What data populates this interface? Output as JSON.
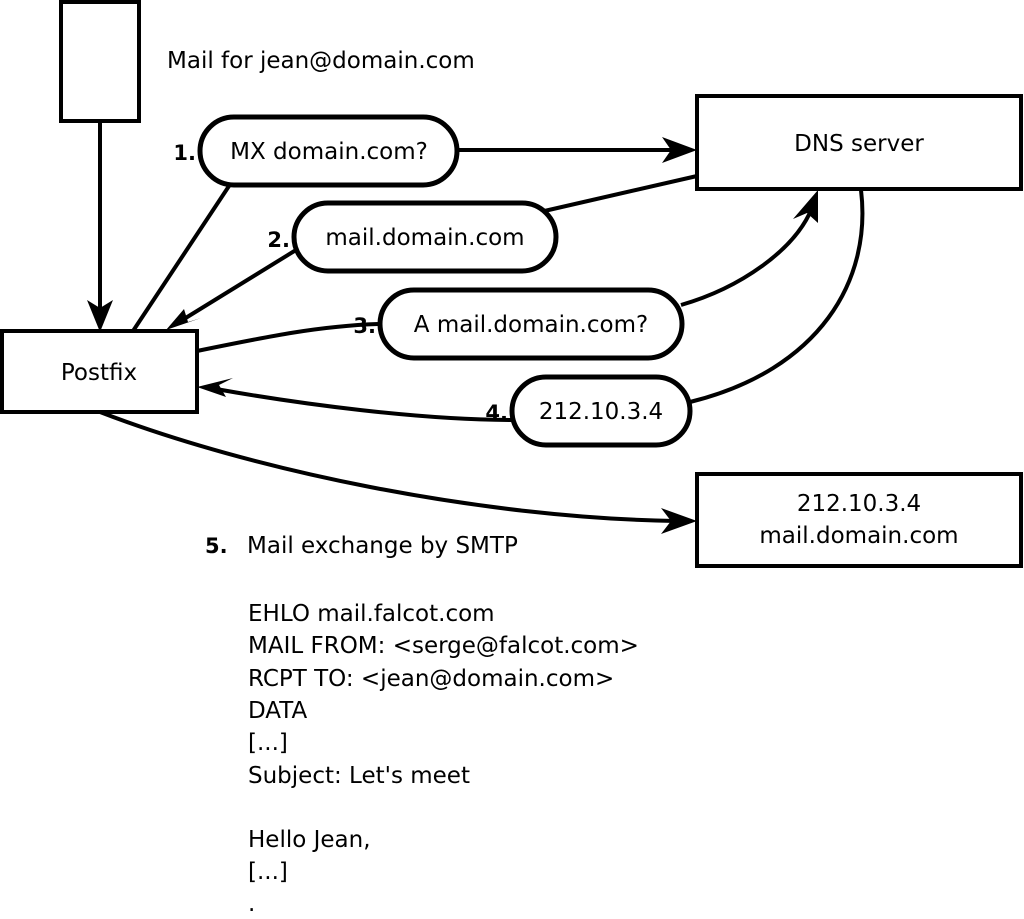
{
  "diagram": {
    "title_caption": "Mail for jean@domain.com",
    "nodes": {
      "sender": {
        "label": ""
      },
      "postfix": {
        "label": "Postfix"
      },
      "dns": {
        "label": "DNS server"
      },
      "target_line1": "212.10.3.4",
      "target_line2": "mail.domain.com"
    },
    "steps": [
      {
        "number": "1.",
        "label": "MX domain.com?"
      },
      {
        "number": "2.",
        "label": "mail.domain.com"
      },
      {
        "number": "3.",
        "label": "A mail.domain.com?"
      },
      {
        "number": "4.",
        "label": "212.10.3.4"
      }
    ],
    "step5": {
      "number": "5.",
      "label": "Mail exchange by SMTP"
    },
    "smtp_transcript": [
      "EHLO mail.falcot.com",
      "MAIL FROM: <serge@falcot.com>",
      "RCPT TO: <jean@domain.com>",
      "DATA",
      "[...]",
      "Subject: Let's meet",
      "",
      "Hello Jean,",
      "[...]",
      "."
    ],
    "colors": {
      "stroke": "#000000",
      "fill": "#ffffff",
      "text": "#000000"
    }
  }
}
